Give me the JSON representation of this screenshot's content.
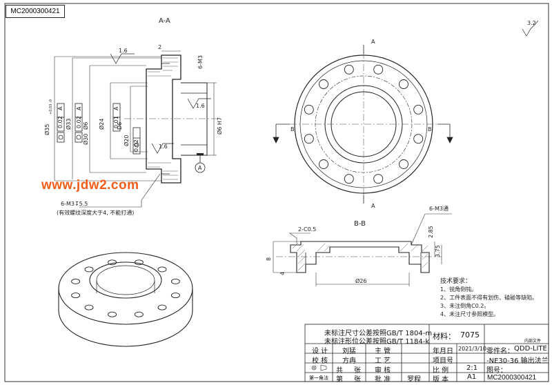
{
  "drawing_code_top": "MC2000300421",
  "watermark": "www.jdw2.com",
  "section_aa": "A-A",
  "section_bb": "B-B",
  "arrow_a": "A",
  "arrow_b": "B",
  "roughness_top": "3.2",
  "datum_a": "A",
  "dims_left": {
    "d35": "Ø35",
    "d35_tol": "+0.03 -0",
    "d33": "Ø33",
    "d30": "Ø30",
    "d6": "Ø6",
    "d24": "Ø24",
    "d6b": "D6",
    "d20": "Ø20",
    "tol_002a": "0.02",
    "tol_001": "0.01",
    "tol_002b": "0.02",
    "tol_002c": "0.02",
    "ref_a": "A",
    "rough_16a": "1.6",
    "rough_16b": "1.6",
    "rough_16c": "1.6",
    "dim_2": "2",
    "dim_6m3": "6-M3",
    "dim_6h7": "Ø6 H7",
    "label_m3": "6-M3↧5.5",
    "label_m3_note": "(有效螺纹深度大于4, 不能打通)"
  },
  "dims_bb": {
    "chamfer": "2-C0.5",
    "m3_through": "6-M3通",
    "d26": "Ø26",
    "h8": "8",
    "h4": "4",
    "h285": "2.85",
    "h375": "3.75"
  },
  "tech_req": {
    "title": "技术要求：",
    "items": [
      "1、锐角倒钝。",
      "2、工件表面不得有划伤、磕碰等缺陷。",
      "3、未注倒角C0.2。",
      "4、未注尺寸参照模型。"
    ]
  },
  "title_block": {
    "note1": "未标注尺寸公差按照GB/T 1804-m",
    "note2": "未标注形位公差按照GB/T 1184-k",
    "material_label": "材料：",
    "material_value": "7075",
    "internal": "内部文件",
    "design_label": "设 计",
    "designer": "刘猛",
    "supervisor_label": "主 管",
    "date_label": "年月日",
    "date_value": "2021/3/10",
    "part_name_label": "零件名：",
    "part_name_value": "QDD-LITE",
    "part_name_value2": "-NE30-36 输出法兰",
    "check_label": "校 核",
    "checker": "方冉",
    "craft_label": "工 艺",
    "item_label": "项目号",
    "drawing_no_label": "图号：",
    "review_label": "审 核",
    "scale_label": "比 例",
    "scale_value": "2:1",
    "total_label": "共",
    "sheets_label": "张",
    "version_label": "版 本",
    "version_value": "A1",
    "sheet_label": "第",
    "sheet_unit": "张",
    "approve_label": "批 准",
    "approver": "罗程",
    "drawing_no_value": "MC2000300421",
    "projection_label": "第一角法"
  }
}
